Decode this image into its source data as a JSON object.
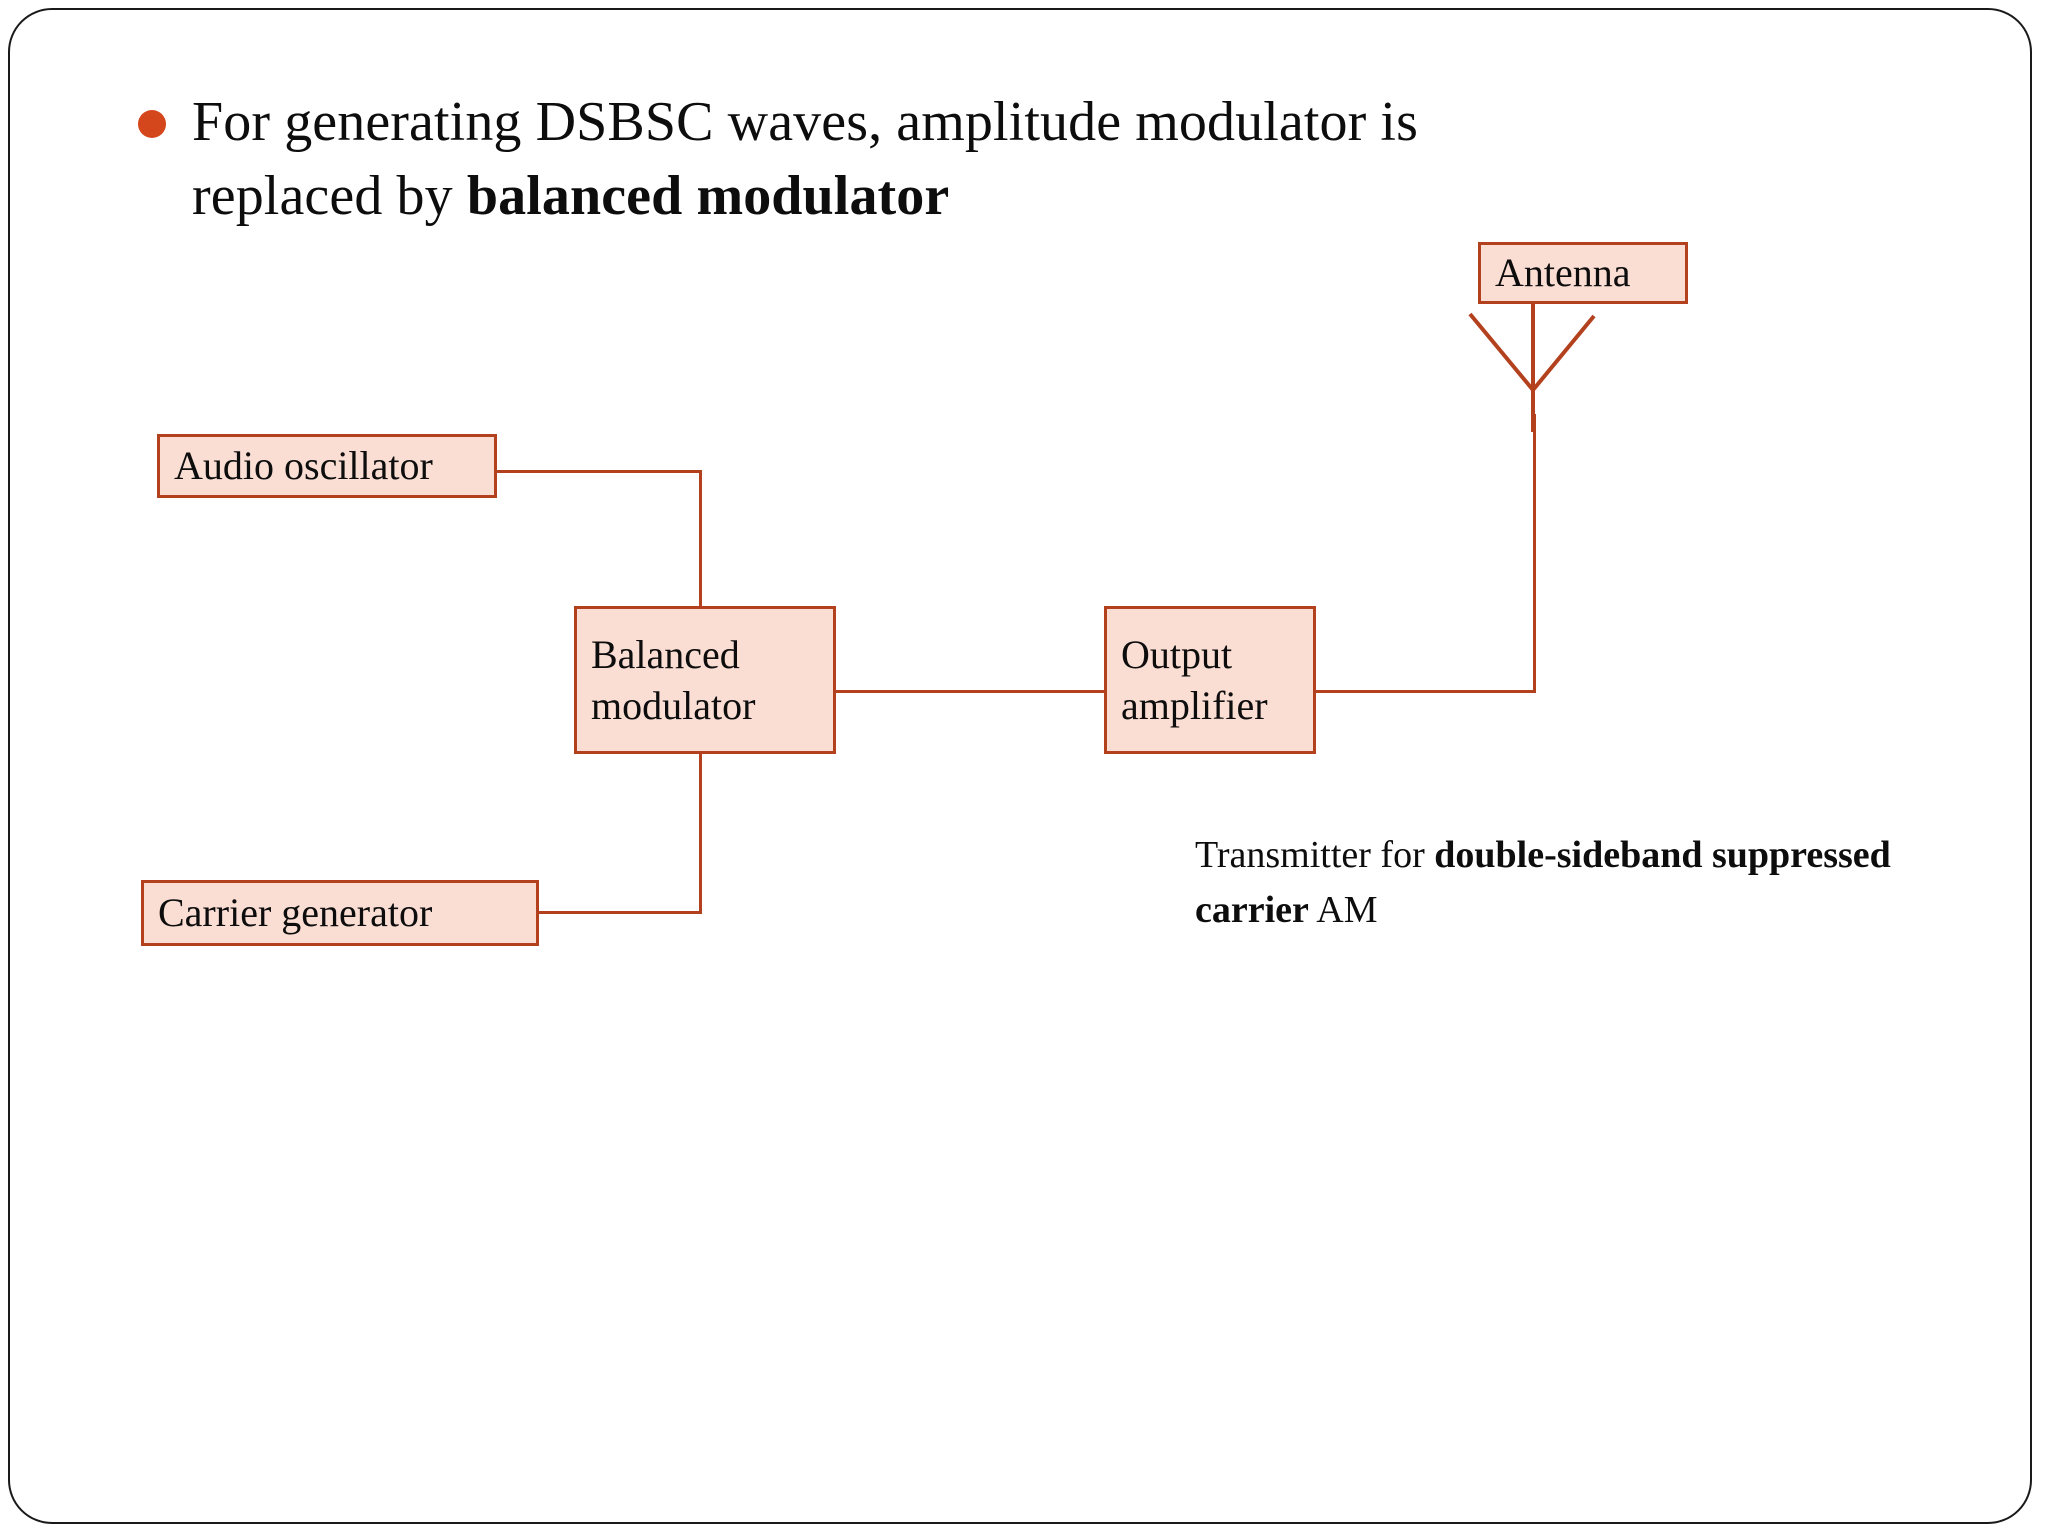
{
  "slide": {
    "border_color": "#1a1a1a",
    "background": "#ffffff"
  },
  "bullet": {
    "marker": "bullet-dot",
    "marker_color": "#D4471C",
    "line1": "For generating DSBSC waves, amplitude modulator is",
    "line2_prefix": "replaced by ",
    "line2_bold": "balanced modulator"
  },
  "diagram": {
    "box_fill": "#FADDD3",
    "box_border": "#B4411E",
    "wire_color": "#B4411E",
    "boxes": [
      {
        "id": "antenna",
        "label": "Antenna"
      },
      {
        "id": "audio",
        "label": "Audio oscillator"
      },
      {
        "id": "balanced",
        "label": "Balanced\nmodulator"
      },
      {
        "id": "output",
        "label": "Output\namplifier"
      },
      {
        "id": "carrier",
        "label": "Carrier generator"
      }
    ]
  },
  "caption": {
    "prefix": "Transmitter for ",
    "bold": "double-sideband suppressed carrier",
    "suffix": " AM"
  }
}
